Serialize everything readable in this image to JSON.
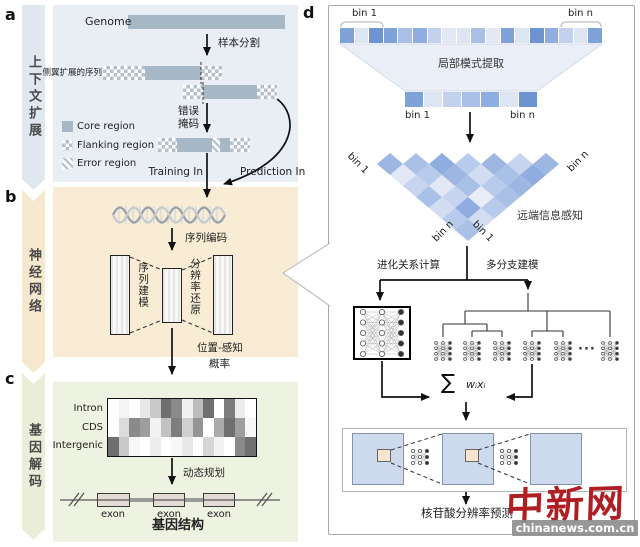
{
  "panel_a": {
    "letter": "a",
    "banner": "上下文扩展",
    "genome_label": "Genome",
    "split_label": "样本分割",
    "flank_seq_label": "侧翼扩展的序列",
    "mask_label_line1": "错误",
    "mask_label_line2": "掩码",
    "legend": [
      {
        "label": "Core region"
      },
      {
        "label": "Flanking region"
      },
      {
        "label": "Error region"
      }
    ],
    "training_label": "Training In",
    "prediction_label": "Prediction In"
  },
  "panel_b": {
    "letter": "b",
    "banner": "神经网络",
    "encode_label": "序列编码",
    "seq_model_label": "序列建模",
    "res_restore_label": "分辨率还原",
    "prob_label_line1": "位置-感知",
    "prob_label_line2": "概率"
  },
  "panel_c": {
    "letter": "c",
    "banner": "基因解码",
    "row_labels": [
      "Intron",
      "CDS",
      "Intergenic"
    ],
    "heatmap": [
      [
        "#ffffff",
        "#f5f5f5",
        "#ffffff",
        "#e8e8e8",
        "#c9c9c9",
        "#6f6f6f",
        "#8a8a8a",
        "#f0f0f0",
        "#bdbdbd",
        "#6f6f6f",
        "#ffffff",
        "#7d7d7d",
        "#ededed",
        "#ffffff"
      ],
      [
        "#ffffff",
        "#dcdcdc",
        "#8a8a8a",
        "#9e9e9e",
        "#f2f2f2",
        "#c2c2c2",
        "#7d7d7d",
        "#cfcfcf",
        "#949494",
        "#ffffff",
        "#ababab",
        "#6f6f6f",
        "#9e9e9e",
        "#f7f7f7"
      ],
      [
        "#6f6f6f",
        "#c9c9c9",
        "#f7f7f7",
        "#ffffff",
        "#ededed",
        "#ffffff",
        "#f7f7f7",
        "#e8e8e8",
        "#ffffff",
        "#d6d6d6",
        "#f2f2f2",
        "#ffffff",
        "#8a8a8a",
        "#6f6f6f"
      ]
    ],
    "dp_label": "动态规划",
    "exon_labels": [
      "exon",
      "exon",
      "exon"
    ],
    "structure_label": "基因结构"
  },
  "panel_d": {
    "letter": "d",
    "bin_first": "bin 1",
    "bin_last": "bin n",
    "top_bar_cells": [
      "#7fa3d9",
      "#dde4f2",
      "#6d94d0",
      "#7fa3d9",
      "#a9bfe6",
      "#8fade0",
      "#c3d1ec",
      "#e3e8f4",
      "#dde4f2",
      "#a9bfe6",
      "#e3e8f4",
      "#7fa3d9",
      "#dde4f2",
      "#6d94d0",
      "#8fade0",
      "#c3d1ec",
      "#dde4f2",
      "#7fa3d9"
    ],
    "local_pattern_label": "局部模式提取",
    "small_bar_cells": [
      "#7fa3d9",
      "#dde4f2",
      "#c3d1ec",
      "#a9bfe6",
      "#8fade0",
      "#dde4f2",
      "#6d94d0"
    ],
    "triangle_rows": [
      [
        "#9db7e2",
        "#aac1e7",
        "#8fade0",
        "#b9cbec",
        "#9db7e2",
        "#c6d4ef",
        "#9db7e2"
      ],
      [
        "#e2e8f5",
        "#b9cbec",
        "#9db7e2",
        "#d3ddf2",
        "#aac1e7",
        "#8fade0"
      ],
      [
        "#c6d4ef",
        "#e2e8f5",
        "#aac1e7",
        "#b9cbec",
        "#9db7e2"
      ],
      [
        "#aac1e7",
        "#c6d4ef",
        "#e9edf7",
        "#aac1e7"
      ],
      [
        "#d3ddf2",
        "#8fade0",
        "#b9cbec"
      ],
      [
        "#b9cbec",
        "#d3ddf2"
      ],
      [
        "#aac1e7"
      ]
    ],
    "distal_label": "远端信息感知",
    "evolution_label": "进化关系计算",
    "branch_label": "多分支建模",
    "ellipsis": "···",
    "formula_sigma": "∑",
    "formula_terms": "wᵢxᵢ",
    "predict_label": "核苷酸分辨率预测"
  },
  "watermark": {
    "logo": "中新网",
    "site": "chinanews.com.cn"
  },
  "colors": {
    "core_region": "#a6b7c6",
    "panel_a_bg": "#e9eef4",
    "panel_b_bg": "#f9ecd4",
    "panel_c_bg": "#eef2e1",
    "accent_red": "#b01e23"
  }
}
